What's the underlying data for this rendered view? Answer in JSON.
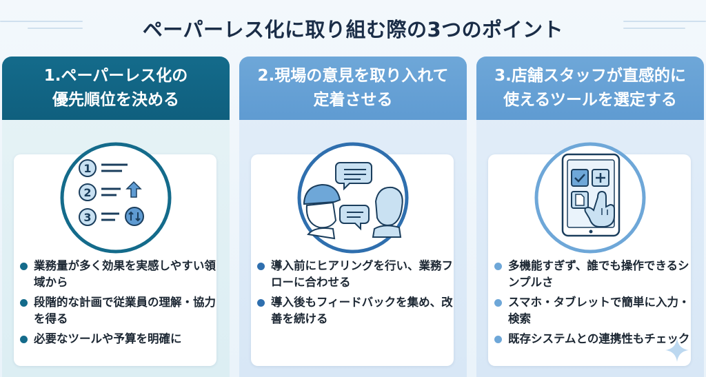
{
  "title": "ペーパーレス化に取り組む際の3つのポイント",
  "columns": [
    {
      "header_line1": "1.ペーパーレス化の",
      "header_line2": "優先順位を決める",
      "icon": "priority-list-icon",
      "list_numbers": [
        "1",
        "2",
        "3"
      ],
      "bullets": [
        "業務量が多く効果を実感しやすい領域から",
        "段階的な計画で従業員の理解・協力を得る",
        "必要なツールや予算を明確に"
      ]
    },
    {
      "header_line1": "2.現場の意見を取り入れて",
      "header_line2": "定着させる",
      "icon": "conversation-icon",
      "bullets": [
        "導入前にヒアリングを行い、業務フローに合わせる",
        "導入後もフィードバックを集め、改善を続ける"
      ]
    },
    {
      "header_line1": "3.店舗スタッフが直感的に",
      "header_line2": "使えるツールを選定する",
      "icon": "tablet-touch-icon",
      "bullets": [
        "多機能すぎず、誰でも操作できるシンプルさ",
        "スマホ・タブレットで簡単に入力・検索",
        "既存システムとの連携性もチェック"
      ]
    }
  ],
  "colors": {
    "primary": "#146b8b",
    "secondary": "#6ea7d8",
    "title": "#1a2d47"
  }
}
